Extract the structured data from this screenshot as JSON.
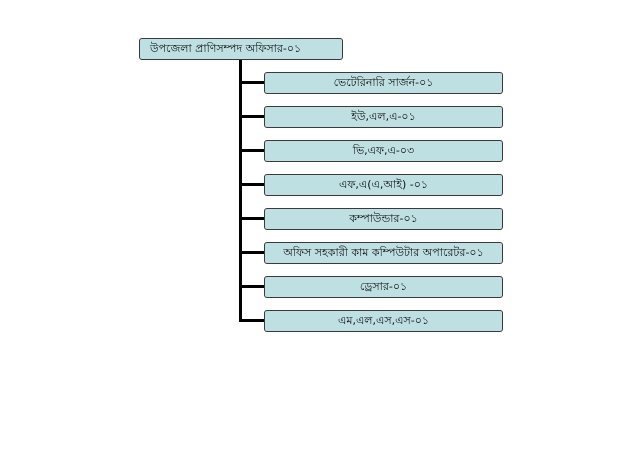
{
  "org_chart": {
    "root": {
      "label": "উপজেলা প্রাণিসম্পদ অফিসার-০১"
    },
    "children": [
      {
        "label": "ভেটেরিনারি সার্জন-০১"
      },
      {
        "label": "ইউ,এল,এ-০১"
      },
      {
        "label": "ভি,এফ,এ-০৩"
      },
      {
        "label": "এফ,এ(এ,আই) -০১"
      },
      {
        "label": "কম্পাউন্ডার-০১"
      },
      {
        "label": "অফিস সহকারী কাম কম্পিউটার অপারেটর-০১"
      },
      {
        "label": "ড্রেসার-০১"
      },
      {
        "label": "এম,এল,এস,এস-০১"
      }
    ],
    "colors": {
      "box_fill": "#bfe0e3",
      "box_border": "#3a3a3a",
      "connector": "#000000"
    }
  }
}
